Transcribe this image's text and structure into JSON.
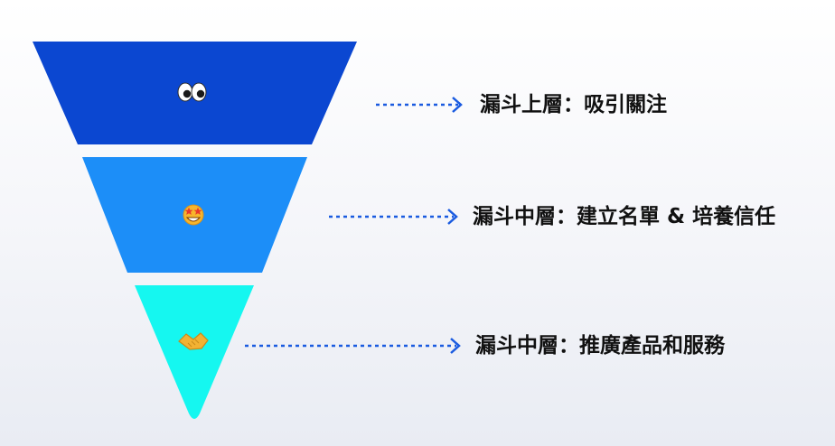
{
  "diagram": {
    "layers": [
      {
        "label": "漏斗上層：吸引關注",
        "color": "#0b47d1",
        "icon": "eyes-icon"
      },
      {
        "label": "漏斗中層：建立名單 & 培養信任",
        "color": "#1c8ef8",
        "icon": "star-struck-face-icon"
      },
      {
        "label": "漏斗中層：推廣產品和服務",
        "color": "#15f7f0",
        "icon": "handshake-icon"
      }
    ],
    "arrow_color": "#1a5be0"
  }
}
